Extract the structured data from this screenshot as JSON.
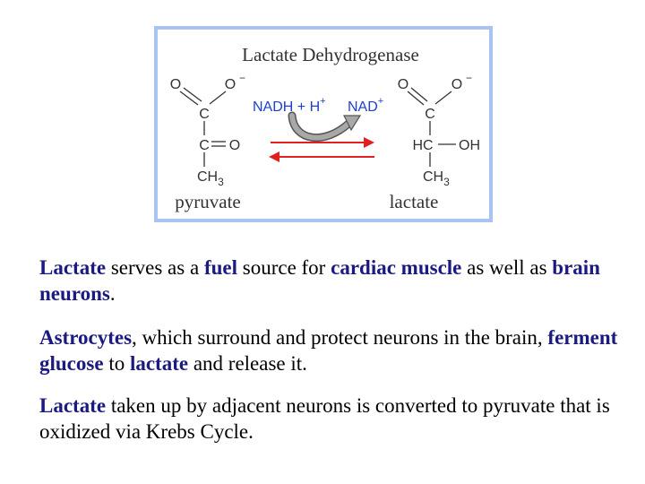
{
  "figure": {
    "title": "Lactate Dehydrogenase",
    "cofactor_left": "NADH + H",
    "cofactor_left_sup": "+",
    "cofactor_right": "NAD",
    "cofactor_right_sup": "+",
    "pyruvate": {
      "name": "pyruvate",
      "atom_o_left": "O",
      "atom_o_minus": "O",
      "charge": "−",
      "atom_c1": "C",
      "atom_c2": "C",
      "atom_o_keto": "O",
      "atom_ch": "CH",
      "sub3": "3"
    },
    "lactate": {
      "name": "lactate",
      "atom_o_left": "O",
      "atom_o_minus": "O",
      "charge": "−",
      "atom_c1": "C",
      "atom_hc": "HC",
      "atom_oh": "OH",
      "atom_ch": "CH",
      "sub3": "3"
    },
    "colors": {
      "border": "#a9c4f2",
      "title": "#333333",
      "cofactor_text": "#1e3fd0",
      "arrow_red": "#e02020",
      "curved_arrow": "#9a9a9a"
    }
  },
  "paragraphs": [
    {
      "segments": [
        {
          "text": "Lactate",
          "bold": true
        },
        {
          "text": " serves as a ",
          "bold": false
        },
        {
          "text": "fuel",
          "bold": true
        },
        {
          "text": " source for ",
          "bold": false
        },
        {
          "text": "cardiac muscle",
          "bold": true
        },
        {
          "text": " as well as ",
          "bold": false
        },
        {
          "text": "brain neurons",
          "bold": true
        },
        {
          "text": ".",
          "bold": false
        }
      ]
    },
    {
      "segments": [
        {
          "text": "Astrocytes",
          "bold": true
        },
        {
          "text": ", which surround and protect neurons in the brain, ",
          "bold": false
        },
        {
          "text": "ferment glucose",
          "bold": true
        },
        {
          "text": " to ",
          "bold": false
        },
        {
          "text": "lactate",
          "bold": true
        },
        {
          "text": " and release it.",
          "bold": false
        }
      ]
    },
    {
      "segments": [
        {
          "text": "Lactate",
          "bold": true
        },
        {
          "text": " taken up by adjacent neurons is converted to pyruvate that is oxidized via Krebs Cycle.",
          "bold": false
        }
      ]
    }
  ]
}
